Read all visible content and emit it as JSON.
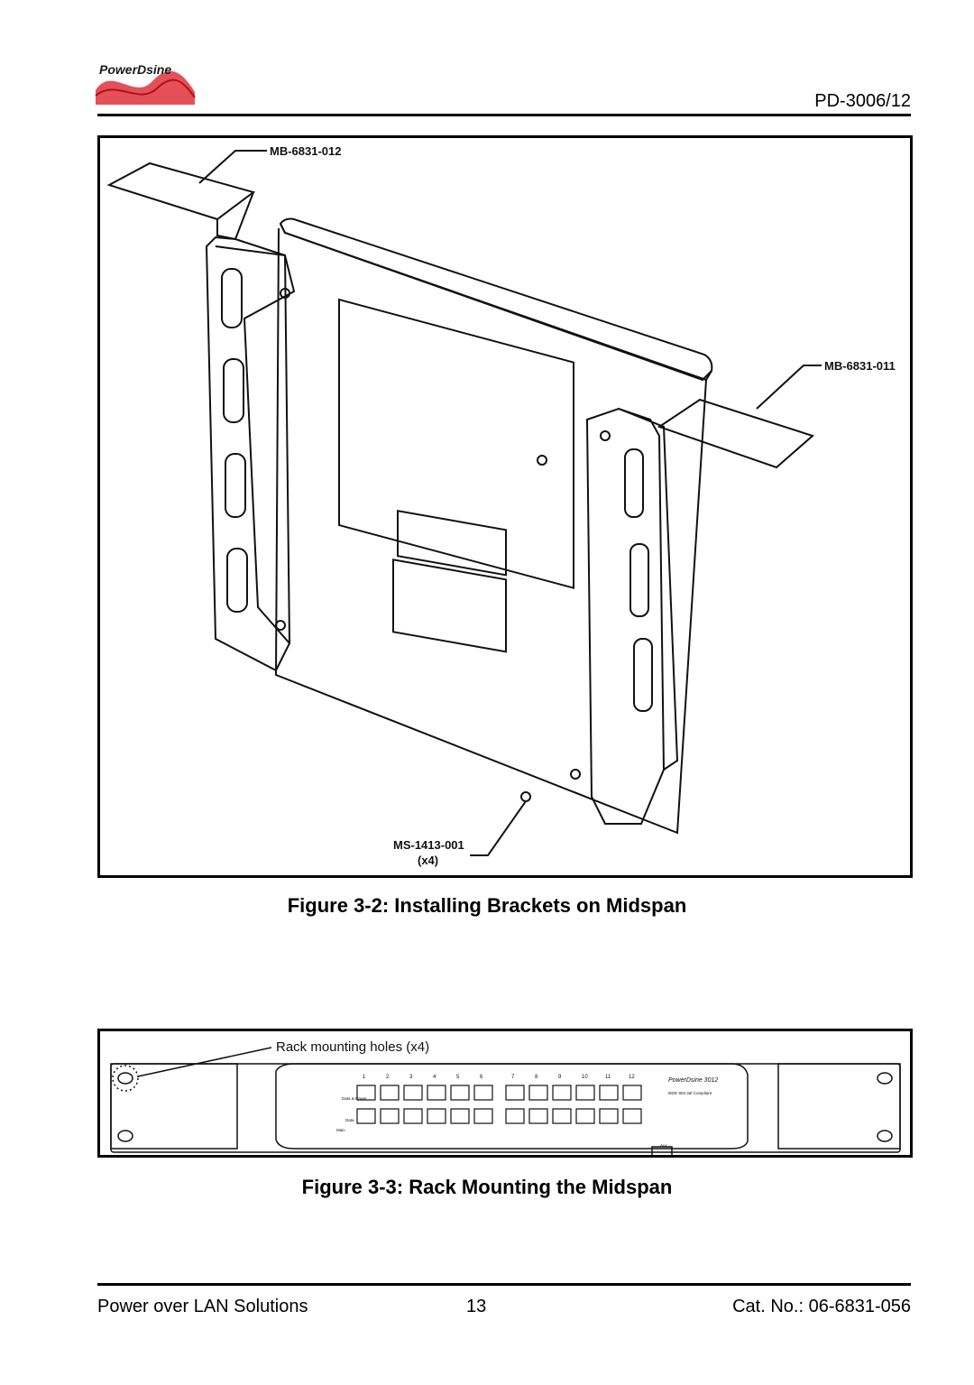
{
  "header": {
    "logo_text": "PowerDsine",
    "doc_id": "PD-3006/12"
  },
  "figure1": {
    "labels": {
      "bracket_top": "MB-6831-012",
      "bracket_right": "MB-6831-011",
      "screw": "MS-1413-001",
      "screw_qty": "(x4)"
    },
    "caption": "Figure 3-2: Installing Brackets on Midspan"
  },
  "figure2": {
    "callout": "Rack mounting holes (x4)",
    "brand": "PowerDsine 3012",
    "compliance": "IEEE 802.3af Compliant",
    "port_numbers": [
      "1",
      "2",
      "3",
      "4",
      "5",
      "6",
      "7",
      "8",
      "9",
      "10",
      "11",
      "12"
    ],
    "led_labels": [
      "Data & Power",
      "Data",
      "Main"
    ],
    "aux_label": "Aux",
    "caption": "Figure 3-3: Rack Mounting the Midspan"
  },
  "footer": {
    "left": "Power over LAN Solutions",
    "center": "13",
    "right": "Cat. No.: 06-6831-056"
  }
}
